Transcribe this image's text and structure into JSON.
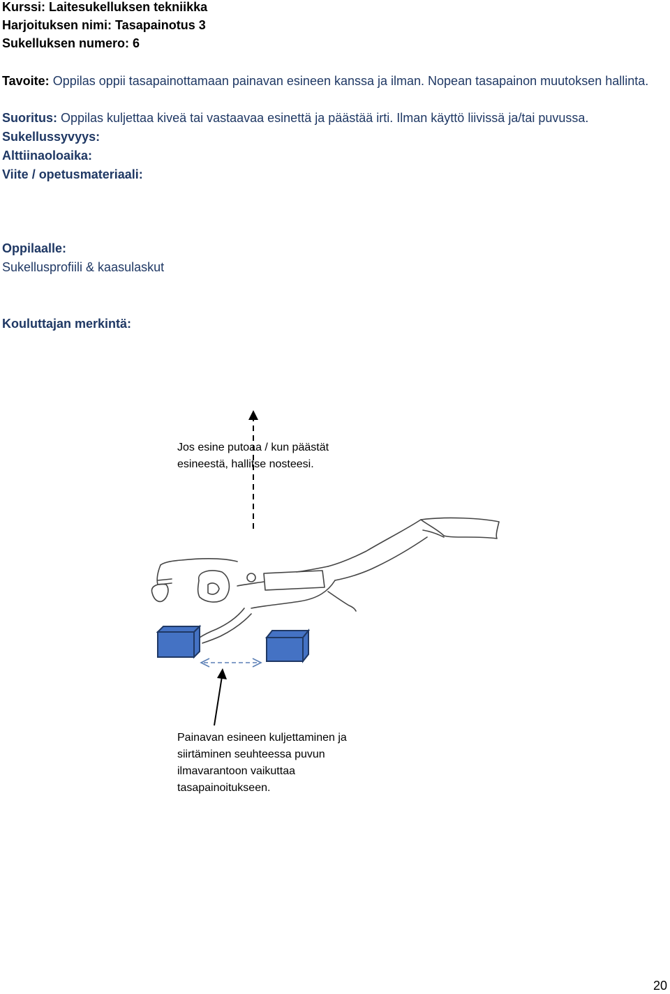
{
  "header": {
    "course_label": "Kurssi: Laitesukelluksen tekniikka",
    "exercise_label": "Harjoituksen nimi: Tasapainotus 3",
    "dive_number_label": "Sukelluksen numero: 6"
  },
  "objective": {
    "label": "Tavoite:",
    "text": " Oppilas oppii tasapainottamaan painavan esineen kanssa ja ilman. Nopean tasapainon muutoksen hallinta."
  },
  "execution": {
    "label": "Suoritus:",
    "text": " Oppilas kuljettaa kiveä tai vastaavaa esinettä ja päästää irti. Ilman käyttö liivissä ja/tai puvussa."
  },
  "dive_depth_label": "Sukellussyvyys:",
  "bottom_time_label": "Alttiinaoloaika:",
  "reference_label": "Viite / opetusmateriaali:",
  "student": {
    "label": "Oppilaalle:",
    "text": "Sukellusprofiili & kaasulaskut"
  },
  "instructor_note_label": "Kouluttajan merkintä:",
  "illustration": {
    "caption_top": [
      "Jos esine putoaa / kun päästät",
      "esineestä, hallitse nosteesi."
    ],
    "caption_bottom": [
      "Painavan esineen kuljettaminen ja",
      "siirtäminen seuhteessa puvun",
      "ilmavarantoon vaikuttaa",
      "tasapainoitukseen."
    ],
    "box_color": "#4472c4",
    "box_edge_color": "#1f3864",
    "arrow_color": "#5b7fb5"
  },
  "page_number": "20"
}
